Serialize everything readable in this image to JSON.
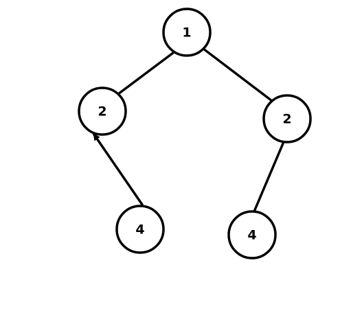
{
  "colors": {
    "background": "#ffffff",
    "stroke": "#000000",
    "text": "#000000"
  },
  "nodes": [
    {
      "id": "root",
      "label": "1"
    },
    {
      "id": "left-child",
      "label": "2"
    },
    {
      "id": "right-child",
      "label": "2"
    },
    {
      "id": "left-grandchild",
      "label": "4"
    },
    {
      "id": "right-grandchild",
      "label": "4"
    }
  ],
  "edges": [
    {
      "from": "root",
      "to": "left-child",
      "arrow": false
    },
    {
      "from": "root",
      "to": "right-child",
      "arrow": false
    },
    {
      "from": "left-grandchild",
      "to": "left-child",
      "arrow": true
    },
    {
      "from": "right-grandchild",
      "to": "right-child",
      "arrow": false
    }
  ]
}
